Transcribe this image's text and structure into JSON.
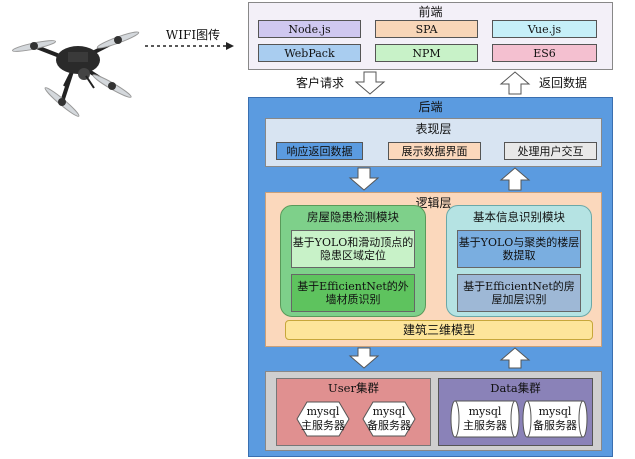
{
  "wifi_label": "WIFI图传",
  "frontend": {
    "title": "前端",
    "items": [
      {
        "label": "Node.js",
        "color": "#cfc8f0"
      },
      {
        "label": "SPA",
        "color": "#f8d6b8"
      },
      {
        "label": "Vue.js",
        "color": "#c6eff8"
      },
      {
        "label": "WebPack",
        "color": "#a9cdf0"
      },
      {
        "label": "NPM",
        "color": "#c8f2c8"
      },
      {
        "label": "ES6",
        "color": "#f4c0d0"
      }
    ]
  },
  "arrows": {
    "request": "客户请求",
    "response": "返回数据"
  },
  "backend": {
    "title": "后端",
    "presentation": {
      "title": "表现层",
      "items": [
        "响应返回数据",
        "展示数据界面",
        "处理用户交互"
      ]
    },
    "logic": {
      "title": "逻辑层",
      "hazard": {
        "title": "房屋隐患检测模块",
        "item1": "基于YOLO和滑动顶点的隐患区域定位",
        "item2": "基于EfficientNet的外墙材质识别"
      },
      "info": {
        "title": "基本信息识别模块",
        "item1": "基于YOLO与聚类的楼层数提取",
        "item2": "基于EfficientNet的房屋加层识别"
      },
      "model": "建筑三维模型"
    },
    "data": {
      "user_cluster": {
        "title": "User集群",
        "s1": [
          "mysql",
          "主服务器"
        ],
        "s2": [
          "mysql",
          "备服务器"
        ]
      },
      "data_cluster": {
        "title": "Data集群",
        "s1": [
          "mysql",
          "主服务器"
        ],
        "s2": [
          "mysql",
          "备服务器"
        ]
      }
    }
  },
  "colors": {
    "backend_bg": "#5b9be0",
    "frontend_bg": "#f3f0f8",
    "pres_bg": "#d8e4f2",
    "logic_bg": "#fbd8bc",
    "hazard_bg": "#7ed08a",
    "info_bg": "#b5e3e3",
    "model_bg": "#fde59a",
    "data_bg": "#cfcfcf",
    "user_bg": "#e09090",
    "dc_bg": "#8a82b8"
  }
}
